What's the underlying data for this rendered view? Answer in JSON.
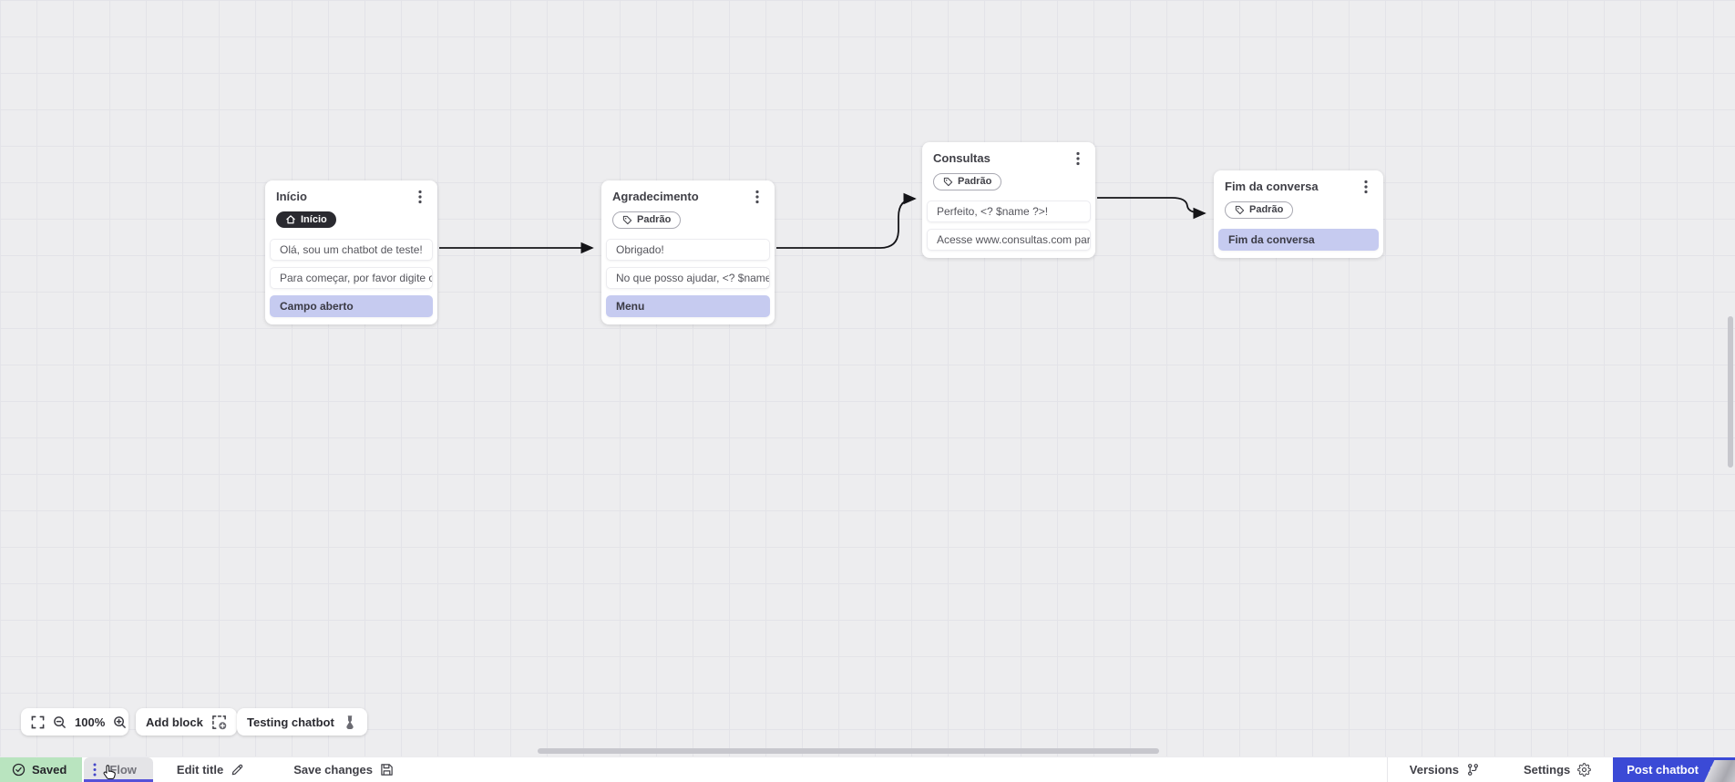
{
  "canvas": {
    "nodes": [
      {
        "title": "Início",
        "style": "left:291px;top:198px;width:189px;min-height:149px",
        "badge": {
          "label": "Início",
          "variant": "dark",
          "icon": "home-icon"
        },
        "items": [
          {
            "text": "Olá, sou um chatbot de teste!",
            "variant": "message"
          },
          {
            "text": "Para começar, por favor digite o ...",
            "variant": "message"
          },
          {
            "text": "Campo aberto",
            "variant": "action"
          }
        ]
      },
      {
        "title": "Agradecimento",
        "style": "left:660px;top:198px;width:190px;min-height:149px",
        "badge": {
          "label": "Padrão",
          "variant": "outline",
          "icon": "tag-icon"
        },
        "items": [
          {
            "text": "Obrigado!",
            "variant": "message"
          },
          {
            "text": "No que posso ajudar, <? $name ...",
            "variant": "message"
          },
          {
            "text": "Menu",
            "variant": "action"
          }
        ]
      },
      {
        "title": "Consultas",
        "style": "left:1012px;top:156px;width:190px;min-height:122px",
        "badge": {
          "label": "Padrão",
          "variant": "outline",
          "icon": "tag-icon"
        },
        "items": [
          {
            "text": "Perfeito, <? $name ?>!",
            "variant": "message"
          },
          {
            "text": "Acesse www.consultas.com par...",
            "variant": "message"
          }
        ]
      },
      {
        "title": "Fim da conversa",
        "style": "left:1332px;top:187px;width:186px;min-height:93px",
        "badge": {
          "label": "Padrão",
          "variant": "outline",
          "icon": "tag-icon"
        },
        "items": [
          {
            "text": "Fim da conversa",
            "variant": "action"
          }
        ]
      }
    ]
  },
  "toolbar": {
    "zoom_level": "100%",
    "add_block_label": "Add block",
    "testing_chatbot_label": "Testing chatbot"
  },
  "statusbar": {
    "saved_label": "Saved",
    "flow_tab_label": "Flow",
    "edit_title_label": "Edit title",
    "save_changes_label": "Save changes",
    "versions_label": "Versions",
    "settings_label": "Settings",
    "post_chatbot_label": "Post chatbot"
  },
  "colors": {
    "accent": "#3b4ad6",
    "active_tab_indicator": "#5551d8",
    "saved_bg": "#b9e4bf",
    "action_item_bg": "#c6cbf0",
    "badge_dark_bg": "#2a2a30",
    "canvas_bg": "#ededef",
    "arrow": "#141418"
  }
}
